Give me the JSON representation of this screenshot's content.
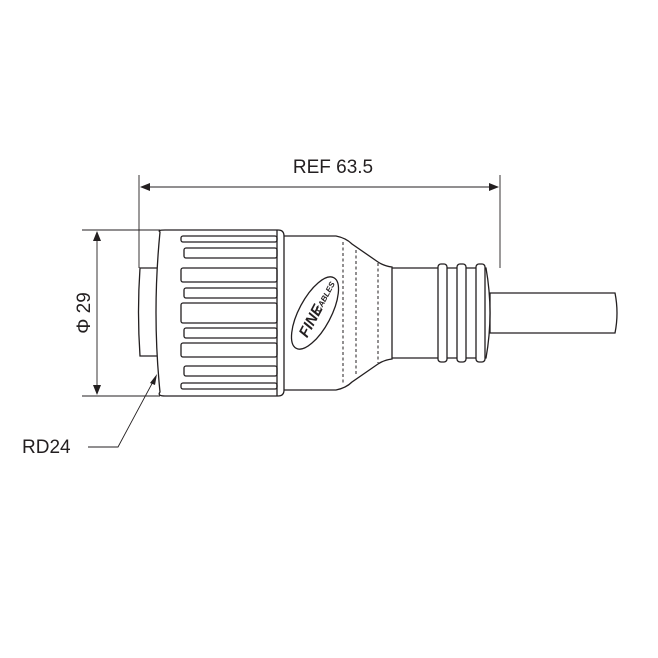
{
  "dimensions": {
    "length_label": "REF 63.5",
    "diameter_label": "Φ 29",
    "thread_label": "RD24"
  },
  "logo": {
    "main": "FINE",
    "sub": "CABLES"
  },
  "colors": {
    "line": "#231f20",
    "background": "#ffffff"
  }
}
